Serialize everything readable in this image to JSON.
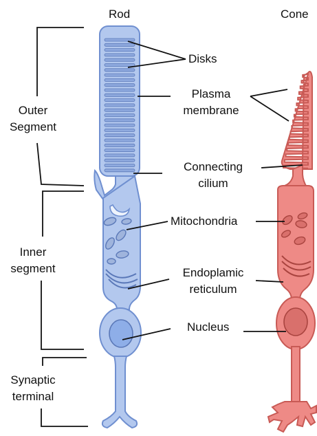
{
  "header": {
    "rod": "Rod",
    "cone": "Cone"
  },
  "labels": {
    "disks": "Disks",
    "plasma_membrane_1": "Plasma",
    "plasma_membrane_2": "membrane",
    "connecting_cilium_1": "Connecting",
    "connecting_cilium_2": "cilium",
    "mitochondria": "Mitochondria",
    "er_1": "Endoplamic",
    "er_2": "reticulum",
    "nucleus": "Nucleus"
  },
  "regions": {
    "outer_1": "Outer",
    "outer_2": "Segment",
    "inner_1": "Inner",
    "inner_2": "segment",
    "synaptic_1": "Synaptic",
    "synaptic_2": "terminal"
  },
  "colors": {
    "rod_fill": "#b3c8ee",
    "rod_stroke": "#6f8fd0",
    "rod_dark": "#5a78b8",
    "cone_fill": "#ee8a86",
    "cone_stroke": "#c85a55",
    "cone_dark": "#a9443f"
  }
}
